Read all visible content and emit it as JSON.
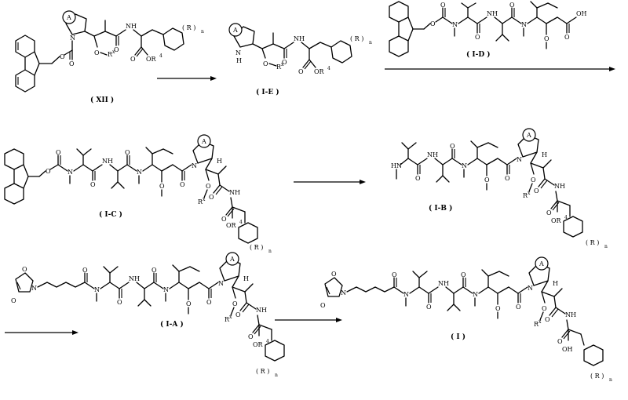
{
  "compounds": {
    "xii": {
      "label": "( XII )"
    },
    "ie": {
      "label": "( I-E )"
    },
    "id": {
      "label": "( I-D )"
    },
    "ic": {
      "label": "( I-C )"
    },
    "ib": {
      "label": "( I-B )"
    },
    "ia": {
      "label": "( I-A )"
    },
    "i": {
      "label": "( I )"
    }
  },
  "atoms": {
    "ring_a": "A",
    "n": "N",
    "nh": "NH",
    "h": "H",
    "hn": "HN",
    "o": "O",
    "oh": "OH",
    "or4": "OR",
    "r4_sup": "4",
    "ox": "O",
    "rx": "R",
    "rx_sup": "x",
    "r_group": "( R )",
    "r_sub": "n"
  }
}
